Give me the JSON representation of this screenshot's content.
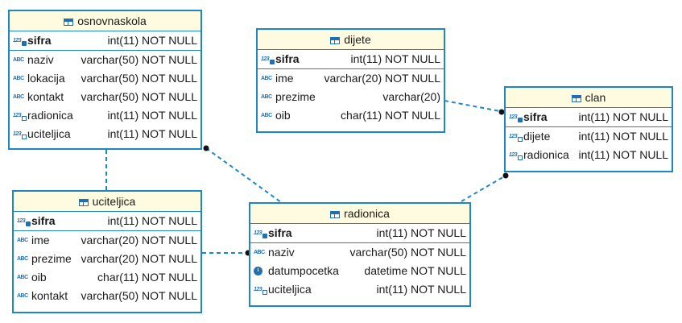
{
  "diagram": {
    "line_color": "#1f86c6",
    "header_color": "#fffbe0",
    "entities": {
      "osnovnaskola": {
        "title": "osnovnaskola",
        "pk": {
          "name": "sifra",
          "type": "int(11) NOT NULL",
          "icon": "numeric-key-icon"
        },
        "columns": [
          {
            "name": "naziv",
            "type": "varchar(50) NOT NULL",
            "icon": "text-icon"
          },
          {
            "name": "lokacija",
            "type": "varchar(50) NOT NULL",
            "icon": "text-icon"
          },
          {
            "name": "kontakt",
            "type": "varchar(50) NOT NULL",
            "icon": "text-icon"
          },
          {
            "name": "radionica",
            "type": "int(11) NOT NULL",
            "icon": "numeric-fk-icon"
          },
          {
            "name": "uciteljica",
            "type": "int(11) NOT NULL",
            "icon": "numeric-fk-icon"
          }
        ]
      },
      "dijete": {
        "title": "dijete",
        "pk": {
          "name": "sifra",
          "type": "int(11) NOT NULL",
          "icon": "numeric-key-icon"
        },
        "columns": [
          {
            "name": "ime",
            "type": "varchar(20) NOT NULL",
            "icon": "text-icon"
          },
          {
            "name": "prezime",
            "type": "varchar(20)",
            "icon": "text-icon"
          },
          {
            "name": "oib",
            "type": "char(11) NOT NULL",
            "icon": "text-icon"
          }
        ]
      },
      "clan": {
        "title": "clan",
        "pk": {
          "name": "sifra",
          "type": "int(11) NOT NULL",
          "icon": "numeric-key-icon"
        },
        "columns": [
          {
            "name": "dijete",
            "type": "int(11) NOT NULL",
            "icon": "numeric-fk-icon"
          },
          {
            "name": "radionica",
            "type": "int(11) NOT NULL",
            "icon": "numeric-fk-icon"
          }
        ]
      },
      "uciteljica": {
        "title": "uciteljica",
        "pk": {
          "name": "sifra",
          "type": "int(11) NOT NULL",
          "icon": "numeric-key-icon"
        },
        "columns": [
          {
            "name": "ime",
            "type": "varchar(20) NOT NULL",
            "icon": "text-icon"
          },
          {
            "name": "prezime",
            "type": "varchar(20) NOT NULL",
            "icon": "text-icon"
          },
          {
            "name": "oib",
            "type": "char(11) NOT NULL",
            "icon": "text-icon"
          },
          {
            "name": "kontakt",
            "type": "varchar(50) NOT NULL",
            "icon": "text-icon"
          }
        ]
      },
      "radionica": {
        "title": "radionica",
        "pk": {
          "name": "sifra",
          "type": "int(11) NOT NULL",
          "icon": "numeric-key-icon"
        },
        "columns": [
          {
            "name": "naziv",
            "type": "varchar(50) NOT NULL",
            "icon": "text-icon"
          },
          {
            "name": "datumpocetka",
            "type": "datetime NOT NULL",
            "icon": "clock-icon"
          },
          {
            "name": "uciteljica",
            "type": "int(11) NOT NULL",
            "icon": "numeric-fk-icon"
          }
        ]
      }
    },
    "relationships": [
      {
        "from": "osnovnaskola",
        "to": "uciteljica"
      },
      {
        "from": "osnovnaskola",
        "to": "radionica"
      },
      {
        "from": "radionica",
        "to": "uciteljica"
      },
      {
        "from": "dijete",
        "to": "clan"
      },
      {
        "from": "radionica",
        "to": "clan"
      }
    ]
  }
}
